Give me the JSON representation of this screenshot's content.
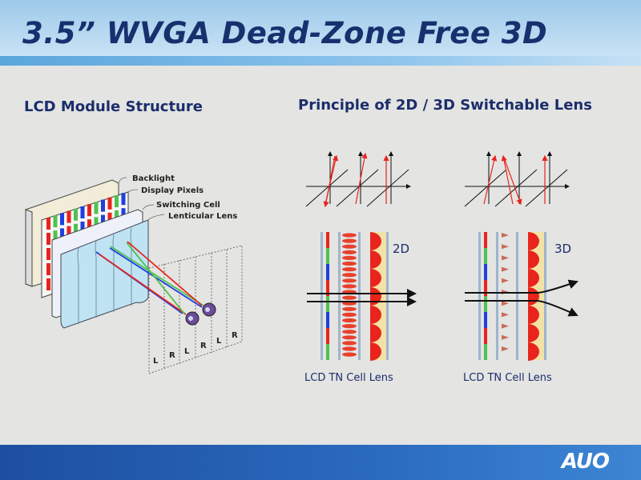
{
  "slide": {
    "title": "3.5” WVGA Dead-Zone Free 3D",
    "logo": "AUO"
  },
  "left": {
    "heading": "LCD Module Structure",
    "labels": [
      "Backlight",
      "Display Pixels",
      "Switching Cell",
      "Lenticular Lens"
    ],
    "zones": [
      "L",
      "R",
      "L",
      "R",
      "L",
      "R"
    ]
  },
  "right": {
    "heading": "Principle of 2D / 3D Switchable Lens",
    "mode_2d": "2D",
    "mode_3d": "3D",
    "caption_2d": "LCD TN Cell Lens",
    "caption_3d": "LCD TN Cell Lens"
  },
  "colors": {
    "title": "#17306e",
    "header": "#9ec9ea",
    "footer": "#1d4fa0",
    "red": "#e8241c",
    "green": "#4fc24f",
    "blue": "#1f3fe0",
    "lens": "#bfe3f2"
  }
}
